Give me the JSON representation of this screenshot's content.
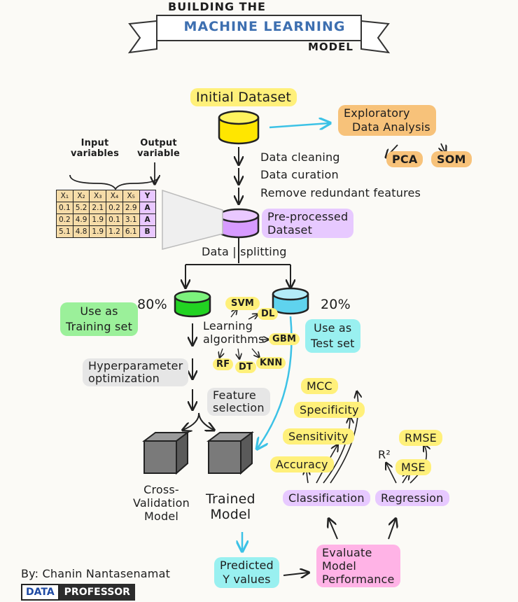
{
  "title": {
    "top": "BUILDING THE",
    "banner": "MACHINE LEARNING",
    "bottom": "MODEL"
  },
  "initial_dataset": "Initial Dataset",
  "eda": {
    "line1": "Exploratory",
    "line2": "Data Analysis",
    "pca": "PCA",
    "som": "SOM"
  },
  "preprocessing_steps": [
    "Data cleaning",
    "Data curation",
    "Remove redundant features"
  ],
  "preprocessed": {
    "line1": "Pre-processed",
    "line2": "Dataset"
  },
  "variables": {
    "input_line1": "Input",
    "input_line2": "variables",
    "output_line1": "Output",
    "output_line2": "variable"
  },
  "table": {
    "header": [
      "X₁",
      "X₂",
      "X₃",
      "X₄",
      "X₅",
      "Y"
    ],
    "rows": [
      [
        "0.1",
        "5.2",
        "2.1",
        "0.2",
        "2.9",
        "A"
      ],
      [
        "0.2",
        "4.9",
        "1.9",
        "0.1",
        "3.1",
        "A"
      ],
      [
        "5.1",
        "4.8",
        "1.9",
        "1.2",
        "6.1",
        "B"
      ]
    ]
  },
  "data_splitting": "Data | splitting",
  "training": {
    "pct": "80%",
    "line1": "Use as",
    "line2": "Training set"
  },
  "test": {
    "pct": "20%",
    "line1": "Use as",
    "line2": "Test set"
  },
  "algorithms": {
    "line1": "Learning",
    "line2": "algorithms",
    "svm": "SVM",
    "dl": "DL",
    "gbm": "GBM",
    "rf": "RF",
    "dt": "DT",
    "knn": "KNN"
  },
  "hyperparameter": {
    "line1": "Hyperparameter",
    "line2": "optimization"
  },
  "feature_selection": {
    "line1": "Feature",
    "line2": "selection"
  },
  "cv_model": {
    "line1": "Cross-",
    "line2": "Validation",
    "line3": "Model"
  },
  "trained_model": {
    "line1": "Trained",
    "line2": "Model"
  },
  "classification_metrics": [
    "MCC",
    "Specificity",
    "Sensitivity",
    "Accuracy"
  ],
  "regression_metrics": [
    "RMSE",
    "R²",
    "MSE"
  ],
  "classification": "Classification",
  "regression": "Regression",
  "predicted": {
    "line1": "Predicted",
    "line2": "Y values"
  },
  "evaluate": {
    "line1": "Evaluate",
    "line2": "Model",
    "line3": "Performance"
  },
  "author": "By: Chanin Nantasenamat",
  "brand": {
    "data": "DATA",
    "professor": "PROFESSOR"
  },
  "colors": {
    "yellow_db": "#ffe600",
    "purple_db": "#d79bff",
    "green_db": "#22d322",
    "cyan_db": "#5fd3ee",
    "arrow_cyan": "#3cc2e6",
    "banner_text": "#3d6fb0"
  }
}
